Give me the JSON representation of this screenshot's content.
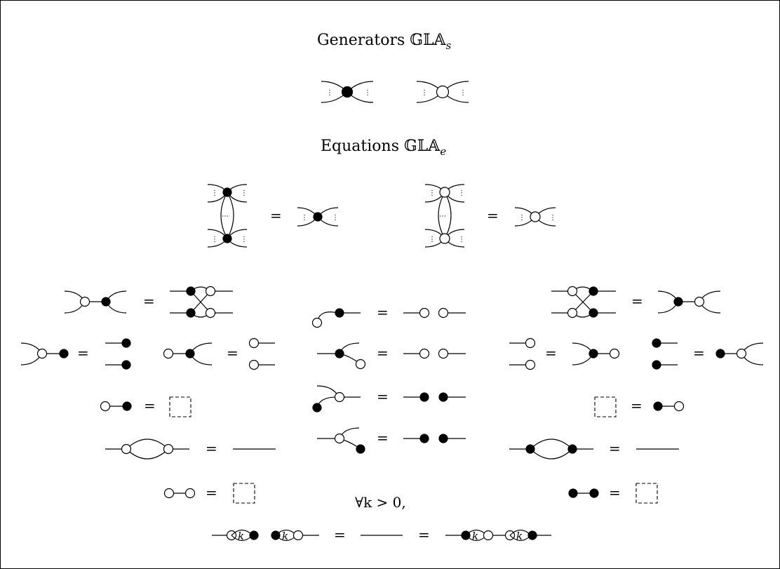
{
  "titles": {
    "generators": "Generators 𝔾𝕃𝔸",
    "generators_sub": "s",
    "equations": "Equations 𝔾𝕃𝔸",
    "equations_sub": "e"
  },
  "symbols": {
    "equals": "=",
    "vertical_dots": "⋮",
    "horizontal_dots": "⋯",
    "k": "k"
  },
  "quantifier": "∀k > 0,",
  "colors": {
    "black_node": "#000000",
    "white_node": "#ffffff",
    "stroke": "#000000"
  }
}
